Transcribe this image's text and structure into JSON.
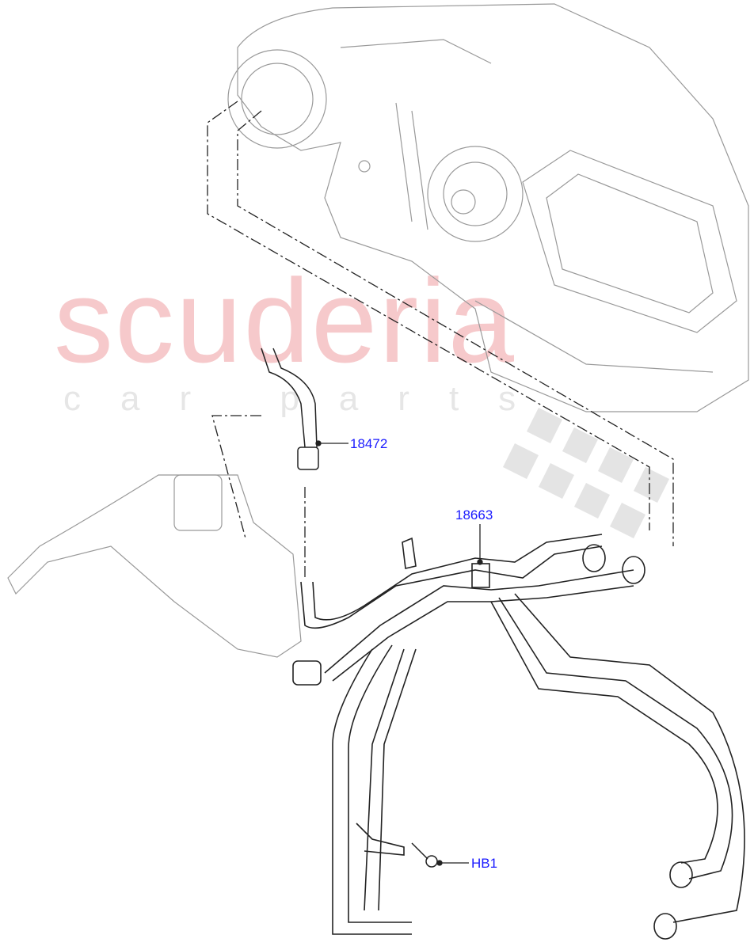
{
  "watermark": {
    "brand": "scuderia",
    "sub": "car parts"
  },
  "callouts": [
    {
      "id": "18472"
    },
    {
      "id": "18663"
    },
    {
      "id": "HB1"
    }
  ],
  "colors": {
    "callout": "#1a1aff",
    "watermark": "#f6c9cb",
    "line": "#222222",
    "ghost": "#999999"
  }
}
